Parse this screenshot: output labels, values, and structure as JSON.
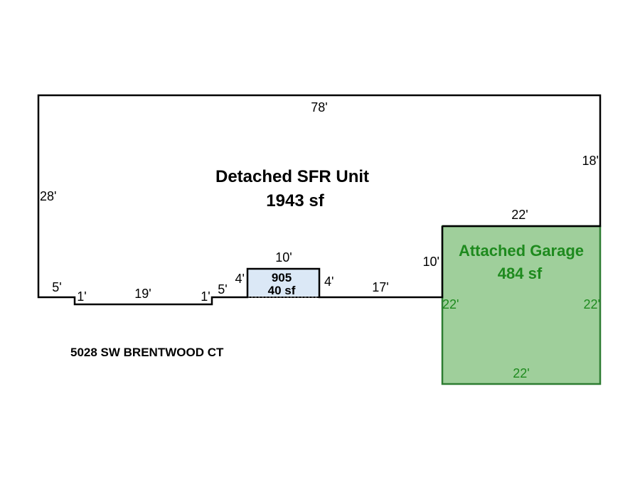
{
  "house": {
    "label": "Detached SFR Unit",
    "area": "1943 sf",
    "dims": {
      "top": "78'",
      "left": "28'",
      "right": "18'",
      "seg_5a": "5'",
      "seg_1a": "1'",
      "seg_19": "19'",
      "seg_1b": "1'",
      "seg_5b": "5'",
      "seg_17": "17'",
      "garage_side": "10'"
    }
  },
  "bump": {
    "code": "905",
    "area": "40 sf",
    "dims": {
      "top": "10'",
      "left": "4'",
      "right": "4'"
    }
  },
  "garage": {
    "label": "Attached Garage",
    "area": "484 sf",
    "color": "#9fcf9b",
    "stroke": "#2e7d32",
    "dims": {
      "top": "22'",
      "left": "22'",
      "right": "22'",
      "bottom": "22'"
    }
  },
  "address": "5028 SW BRENTWOOD CT"
}
